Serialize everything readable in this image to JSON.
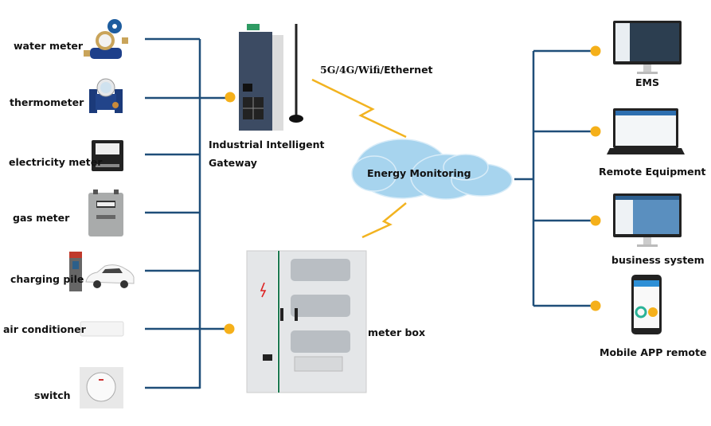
{
  "diagram": {
    "left_devices": [
      {
        "id": "water-meter",
        "label": "water meter"
      },
      {
        "id": "thermometer",
        "label": "thermometer"
      },
      {
        "id": "electricity-meter",
        "label": "electricity meter"
      },
      {
        "id": "gas-meter",
        "label": "gas meter"
      },
      {
        "id": "charging-pile",
        "label": "charging pile"
      },
      {
        "id": "air-conditioner",
        "label": "air conditioner"
      },
      {
        "id": "switch",
        "label": "switch"
      }
    ],
    "gateway": {
      "line1": "Industrial Intelligent",
      "line2": "Gateway"
    },
    "meter_box": {
      "label": "meter box"
    },
    "link": {
      "protocol_prefix": "5G/4G/Wifi/",
      "protocol_suffix": "Ethernet"
    },
    "cloud": {
      "label": "Energy Monitoring"
    },
    "right_systems": [
      {
        "id": "ems",
        "label": "EMS"
      },
      {
        "id": "remote-equipment",
        "label": "Remote Equipment"
      },
      {
        "id": "business-system",
        "label": "business system"
      },
      {
        "id": "mobile-app",
        "label": "Mobile APP remote"
      }
    ],
    "colors": {
      "line": "#1f4e79",
      "node": "#f5b01a",
      "lightning": "#f2b320",
      "cloud": "#a7d4ee"
    }
  }
}
